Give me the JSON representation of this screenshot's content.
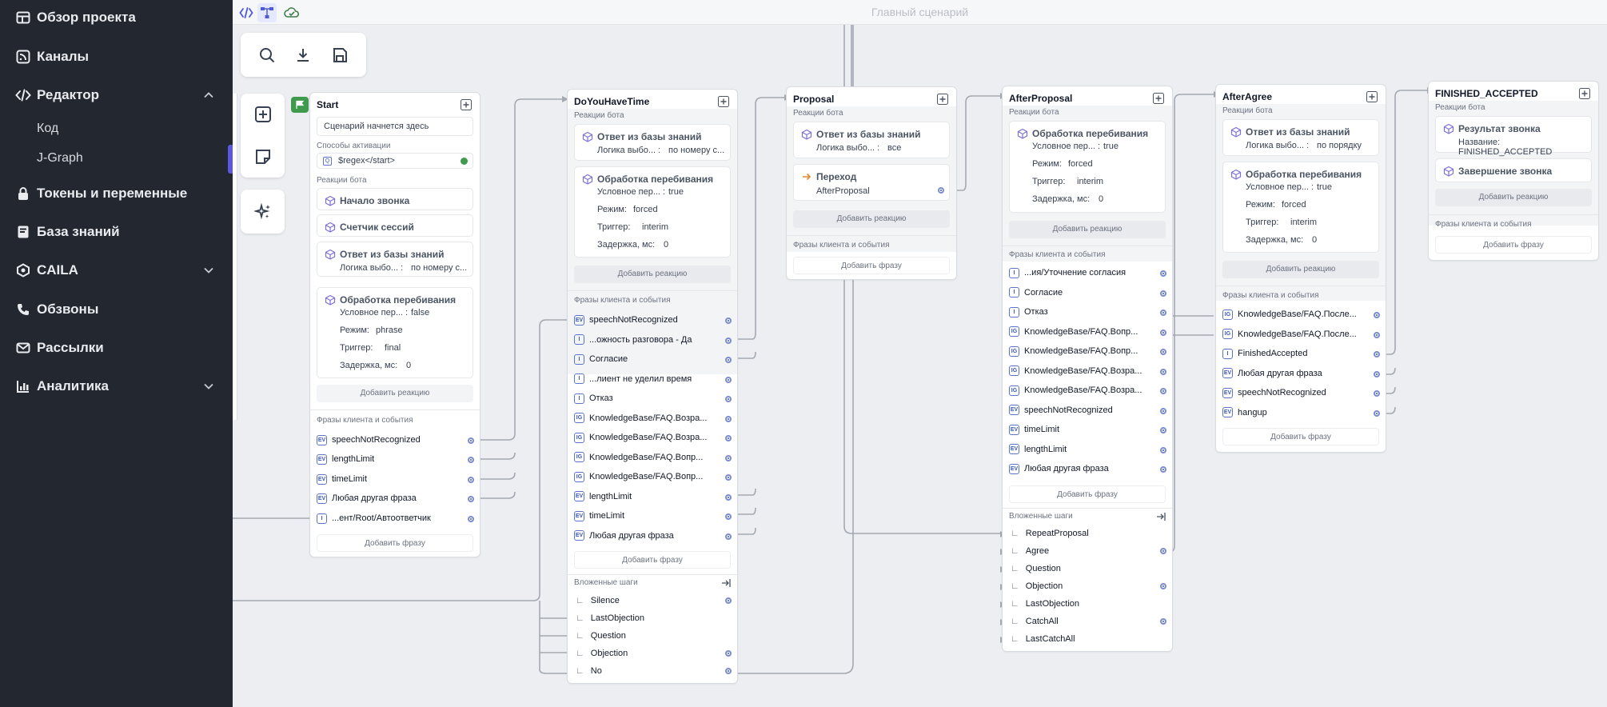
{
  "sidebar": {
    "items": [
      {
        "label": "Обзор проекта",
        "icon": "table-icon"
      },
      {
        "label": "Каналы",
        "icon": "rss-icon"
      },
      {
        "label": "Редактор",
        "icon": "code-icon"
      },
      {
        "label": "Токены и переменные",
        "icon": "lock-icon"
      },
      {
        "label": "База знаний",
        "icon": "book-icon"
      },
      {
        "label": "CAILA",
        "icon": "caila-icon"
      },
      {
        "label": "Обзвоны",
        "icon": "phone-icon"
      },
      {
        "label": "Рассылки",
        "icon": "mail-icon"
      },
      {
        "label": "Аналитика",
        "icon": "chart-icon"
      }
    ],
    "sub_items": [
      "Код",
      "J-Graph"
    ]
  },
  "topbar": {
    "title": "Главный сценарий"
  },
  "labels": {
    "bot_reactions": "Реакции бота",
    "phrases_events": "Фразы клиента и события",
    "add_reaction": "Добавить реакцию",
    "add_phrase": "Добавить фразу",
    "nested_steps": "Вложенные шаги",
    "activation": "Способы активации",
    "kb_answer": "Ответ из базы знаний",
    "interrupt": "Обработка перебивания",
    "kb_logic": "Логика выбо... :",
    "cond": "Условное пер... :",
    "mode": "Режим:",
    "trigger": "Триггер:",
    "delay": "Задержка, мс:"
  },
  "nodes": {
    "start": {
      "title": "Start",
      "start_text": "Сценарий начнется здесь",
      "activation_value": "$regex</start>",
      "reactions": [
        "Начало звонка",
        "Счетчик сессий"
      ],
      "kb_logic_value": "по номеру с...",
      "interrupt": {
        "cond": "false",
        "mode": "phrase",
        "trigger": "final",
        "delay": "0"
      },
      "phrases": [
        {
          "badge": "EV",
          "text": "speechNotRecognized"
        },
        {
          "badge": "EV",
          "text": "lengthLimit"
        },
        {
          "badge": "EV",
          "text": "timeLimit"
        },
        {
          "badge": "EV",
          "text": "Любая другая фраза"
        },
        {
          "badge": "I",
          "text": "...ент/Root/Автоответчик"
        }
      ]
    },
    "doyouhavetime": {
      "title": "DoYouHaveTime",
      "kb_logic_value": "по номеру с...",
      "interrupt": {
        "cond": "true",
        "mode": "forced",
        "trigger": "interim",
        "delay": "0"
      },
      "phrases": [
        {
          "badge": "EV",
          "text": "speechNotRecognized"
        },
        {
          "badge": "I",
          "text": "...ожность разговора - Да"
        },
        {
          "badge": "I",
          "text": "Согласие"
        },
        {
          "badge": "I",
          "text": "...лиент не уделил время"
        },
        {
          "badge": "I",
          "text": "Отказ"
        },
        {
          "badge": "IG",
          "text": "KnowledgeBase/FAQ.Возра..."
        },
        {
          "badge": "IG",
          "text": "KnowledgeBase/FAQ.Возра..."
        },
        {
          "badge": "IG",
          "text": "KnowledgeBase/FAQ.Вопр..."
        },
        {
          "badge": "IG",
          "text": "KnowledgeBase/FAQ.Вопр..."
        },
        {
          "badge": "EV",
          "text": "lengthLimit"
        },
        {
          "badge": "EV",
          "text": "timeLimit"
        },
        {
          "badge": "EV",
          "text": "Любая другая фраза"
        }
      ],
      "nested": [
        "Silence",
        "LastObjection",
        "Question",
        "Objection",
        "No"
      ]
    },
    "proposal": {
      "title": "Proposal",
      "kb_logic_value": "все",
      "transition_title": "Переход",
      "transition_target": "AfterProposal"
    },
    "afterproposal": {
      "title": "AfterProposal",
      "interrupt": {
        "cond": "true",
        "mode": "forced",
        "trigger": "interim",
        "delay": "0"
      },
      "phrases": [
        {
          "badge": "I",
          "text": "...ия/Уточнение согласия"
        },
        {
          "badge": "I",
          "text": "Согласие"
        },
        {
          "badge": "I",
          "text": "Отказ"
        },
        {
          "badge": "IG",
          "text": "KnowledgeBase/FAQ.Вопр..."
        },
        {
          "badge": "IG",
          "text": "KnowledgeBase/FAQ.Вопр..."
        },
        {
          "badge": "IG",
          "text": "KnowledgeBase/FAQ.Возра..."
        },
        {
          "badge": "IG",
          "text": "KnowledgeBase/FAQ.Возра..."
        },
        {
          "badge": "EV",
          "text": "speechNotRecognized"
        },
        {
          "badge": "EV",
          "text": "timeLimit"
        },
        {
          "badge": "EV",
          "text": "lengthLimit"
        },
        {
          "badge": "EV",
          "text": "Любая другая фраза"
        }
      ],
      "nested": [
        "RepeatProposal",
        "Agree",
        "Question",
        "Objection",
        "LastObjection",
        "CatchAll",
        "LastCatchAll"
      ]
    },
    "afteragree": {
      "title": "AfterAgree",
      "kb_logic_value": "по порядку",
      "interrupt": {
        "cond": "true",
        "mode": "forced",
        "trigger": "interim",
        "delay": "0"
      },
      "phrases": [
        {
          "badge": "IG",
          "text": "KnowledgeBase/FAQ.После..."
        },
        {
          "badge": "IG",
          "text": "KnowledgeBase/FAQ.После..."
        },
        {
          "badge": "I",
          "text": "FinishedAccepted"
        },
        {
          "badge": "EV",
          "text": "Любая другая фраза"
        },
        {
          "badge": "EV",
          "text": "speechNotRecognized"
        },
        {
          "badge": "EV",
          "text": "hangup"
        }
      ]
    },
    "finished": {
      "title": "FINISHED_ACCEPTED",
      "result_title": "Результат звонка",
      "result_name": "Название: FINISHED_ACCEPTED",
      "end_call": "Завершение звонка"
    }
  },
  "colors": {
    "accent": "#5b57e0",
    "sidebar": "#23272f",
    "canvas": "#eceef1"
  }
}
